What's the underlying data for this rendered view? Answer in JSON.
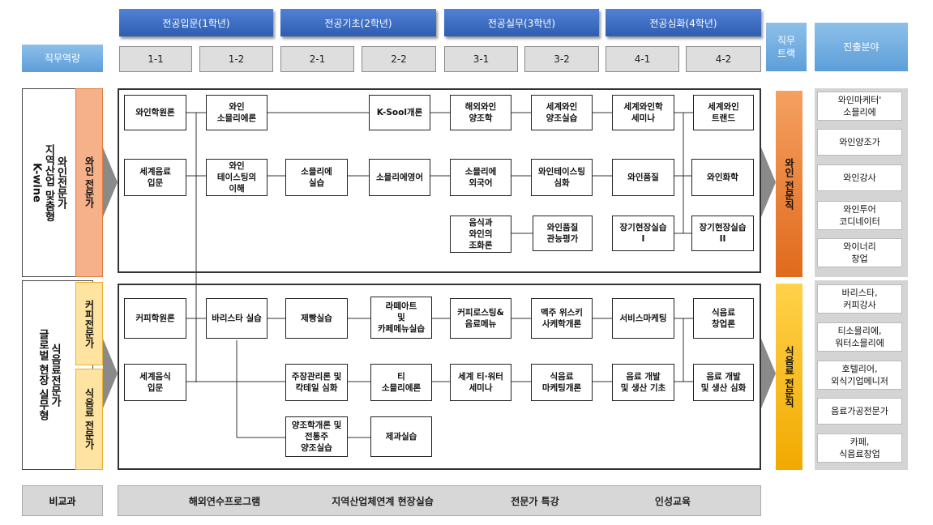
{
  "years": [
    "전공입문(1학년)",
    "전공기초(2학년)",
    "전공실무(3학년)",
    "전공심화(4학년)"
  ],
  "semesters": [
    "1-1",
    "1-2",
    "2-1",
    "2-2",
    "3-1",
    "3-2",
    "4-1",
    "4-2"
  ],
  "headers": {
    "competency": "직무역량",
    "track": "직무\n트랙",
    "career": "진출분야"
  },
  "wine": {
    "competency": "와인전문가\n지역산업 맞춤형\nK-wine",
    "tag": "와인 전문가",
    "track": "와인 전문직",
    "courses": {
      "intro": "와인학원론",
      "world_bev": "세계음료\n입문",
      "sommelier_intro": "와인\n소믈리에론",
      "tasting": "와인\n테이스팅의\n이해",
      "sommelier_practice": "소믈리에\n실습",
      "ksool": "K-Sool개론",
      "sommelier_english": "소믈리에영어",
      "overseas_brewing": "해외와인\n양조학",
      "sommelier_foreign": "소믈리에\n외국어",
      "food_pairing": "음식과\n와인의\n조화론",
      "world_brewing_practice": "세계와인\n양조실습",
      "tasting_advanced": "와인테이스팅\n심화",
      "quality_eval": "와인품질\n관능평가",
      "world_seminar": "세계와인학\n세미나",
      "quality": "와인품질",
      "field1": "장기현장실습\nI",
      "trend": "세계와인\n트랜드",
      "chemistry": "와인화학",
      "field2": "장기현장실습\nII"
    }
  },
  "bev": {
    "competency": "식음료전문가\n글로벌 현장 실무형",
    "tag_coffee": "커피전문가",
    "tag_food": "식음료 전문가",
    "track": "식음료 전문직",
    "courses": {
      "coffee_intro": "커피학원론",
      "world_food_intro": "세계음식\n입문",
      "barista": "바리스타 실습",
      "baking": "제빵실습",
      "bar_mgmt": "주장관리론 및\n칵테일 심화",
      "brewing_trad": "양조학개론 및\n전통주\n양조실습",
      "latte": "라떼아트\n및\n카페메뉴실습",
      "tea_sommelier": "티\n소믈리에론",
      "confectionery": "제과실습",
      "roasting": "커피로스팅&\n음료메뉴",
      "tea_water_seminar": "세계 티·워터\n세미나",
      "beer_whisky": "맥주 위스키\n사케학개론",
      "fnb_marketing": "식음료\n마케팅개론",
      "service_marketing": "서비스마케팅",
      "drink_dev_basic": "음료 개발\n및 생산 기초",
      "fnb_startup": "식음료\n창업론",
      "drink_dev_adv": "음료 개발\n및 생산 심화"
    }
  },
  "careers_wine": [
    "와인마케터'\n소믈리에",
    "와인양조가",
    "와인강사",
    "와인투어\n코디네이터",
    "와이너리\n창업"
  ],
  "careers_bev": [
    "바리스타,\n커피강사",
    "티소믈리에,\n워터소믈리에",
    "호텔리어,\n외식기업메니저",
    "음료가공전문가",
    "카페,\n식음료창업"
  ],
  "extra": {
    "label": "비교과",
    "items": [
      "해외연수프로그램",
      "지역산업체연계 현장실습",
      "전문가 특강",
      "인성교육"
    ]
  },
  "colors": {
    "year_blue": "#3a6bc4",
    "wine_orange": "#f08a3c",
    "bev_yellow": "#ffc21a",
    "tag_wine": "#f6b08a",
    "tag_bev": "#ffe3a0"
  }
}
